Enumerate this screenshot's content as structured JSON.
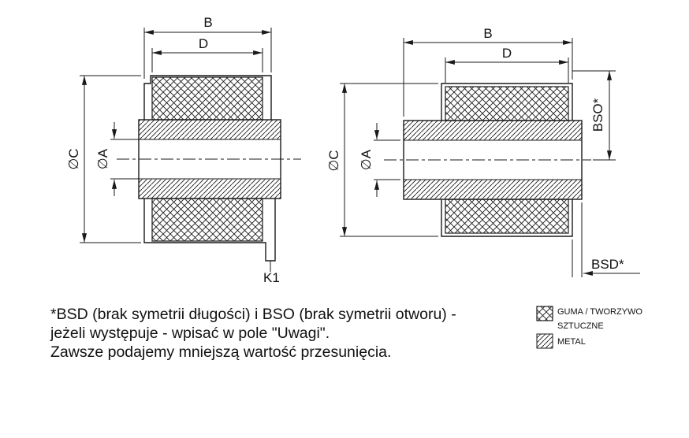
{
  "left_view": {
    "dim_b": "B",
    "dim_d": "D",
    "dim_c": "∅C",
    "dim_a": "∅A",
    "k1_label": "K1"
  },
  "right_view": {
    "dim_b": "B",
    "dim_d": "D",
    "dim_c": "∅C",
    "dim_a": "∅A",
    "bso_label": "BSO*",
    "bsd_label": "BSD*"
  },
  "notes": {
    "line1": "*BSD (brak symetrii długości) i BSO (brak symetrii otworu) -",
    "line2": "jeżeli występuje - wpisać w pole \"Uwagi\".",
    "line3": "Zawsze podajemy mniejszą wartość przesunięcia."
  },
  "legend": {
    "rubber_line1": "GUMA / TWORZYWO",
    "rubber_line2": "SZTUCZNE",
    "metal": "METAL"
  },
  "colors": {
    "line": "#1a1a1a",
    "background": "#ffffff"
  }
}
